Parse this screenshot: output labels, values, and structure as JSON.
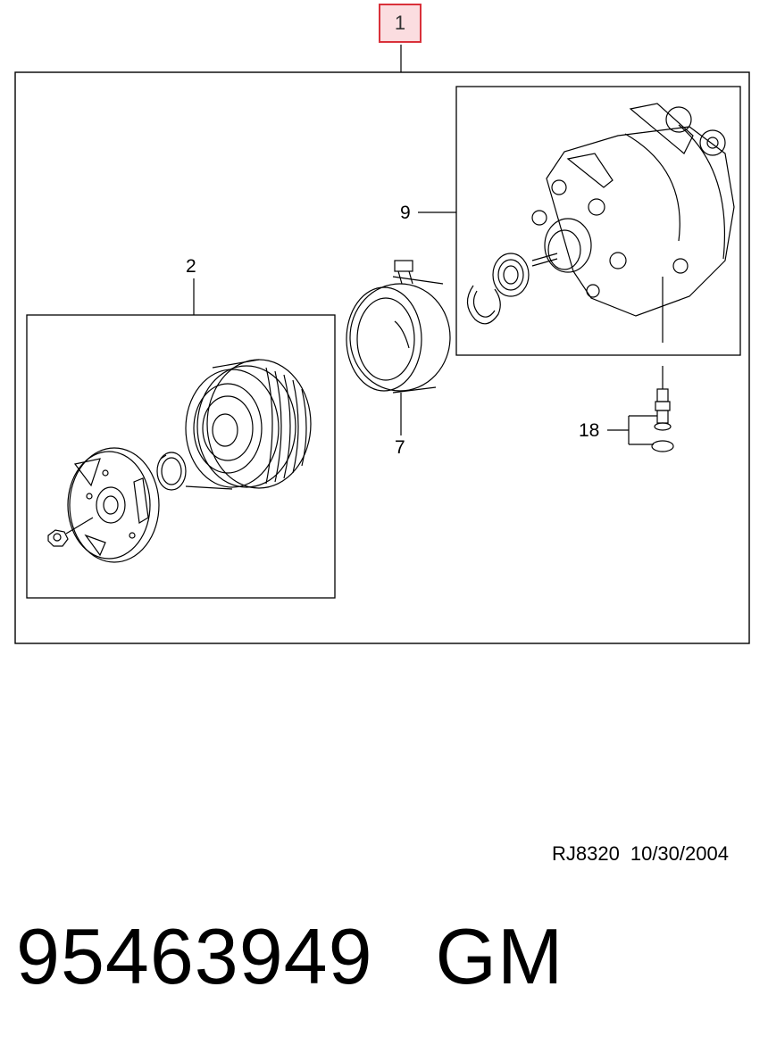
{
  "diagram": {
    "callouts": {
      "assembly": "1",
      "clutch_group": "2",
      "coil": "7",
      "compressor": "9",
      "valve": "18"
    }
  },
  "footer": {
    "ref_code": "RJ8320",
    "date": "10/30/2004"
  },
  "part": {
    "number": "95463949",
    "brand": "GM"
  },
  "colors": {
    "highlight_border": "#d9313a",
    "highlight_fill": "#fbdde0"
  }
}
